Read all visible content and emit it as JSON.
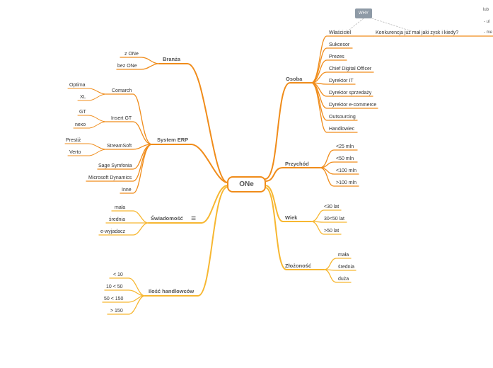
{
  "root": {
    "label": "ONe"
  },
  "callout": {
    "label": "WHY"
  },
  "branches": {
    "branza": {
      "label": "Branża",
      "children": [
        "z ONe",
        "bez ONe"
      ]
    },
    "erp": {
      "label": "System ERP",
      "comarch": {
        "label": "Comarch",
        "children": [
          "Optima",
          "XL"
        ]
      },
      "insert": {
        "label": "Insert GT",
        "children": [
          "GT",
          "nexo"
        ]
      },
      "streamsoft": {
        "label": "StreamSoft",
        "children": [
          "Prestiż",
          "Verto"
        ]
      },
      "others": [
        "Sage Symfonia",
        "Microsoft Dynamics",
        "Inne"
      ]
    },
    "swiadomosc": {
      "label": "Świadomość",
      "children": [
        "mała",
        "średnia",
        "e-wyjadacz"
      ]
    },
    "handlowcy": {
      "label": "Ilość handlowców",
      "children": [
        "< 10",
        "10 < 50",
        "50 < 150",
        "> 150"
      ]
    },
    "osoba": {
      "label": "Osoba",
      "children": [
        "Właściciel",
        "Sukcesor",
        "Prezes",
        "Chief Digital Officer",
        "Dyrektor IT",
        "Dyrektor sprzedaży",
        "Dyrektor e-commerce",
        "Outsourcing",
        "Handlowiec"
      ],
      "extra": "Konkurencja już mał jaki zysk i kiedy?"
    },
    "przychod": {
      "label": "Przychód",
      "children": [
        "<25 mln",
        "<50 mln",
        "<100 mln",
        ">100 mln"
      ]
    },
    "wiek": {
      "label": "Wiek",
      "children": [
        "<30 lat",
        "30<50 lat",
        ">50 lat"
      ]
    },
    "zlozonosc": {
      "label": "Złożoność",
      "children": [
        "mała",
        "średnia",
        "duża"
      ]
    }
  },
  "edge_fragments": [
    "lub",
    "- ul",
    "- me"
  ],
  "colors": {
    "orange": "#f08c1a",
    "amber": "#f7b731",
    "grey": "#8e9aa6"
  }
}
